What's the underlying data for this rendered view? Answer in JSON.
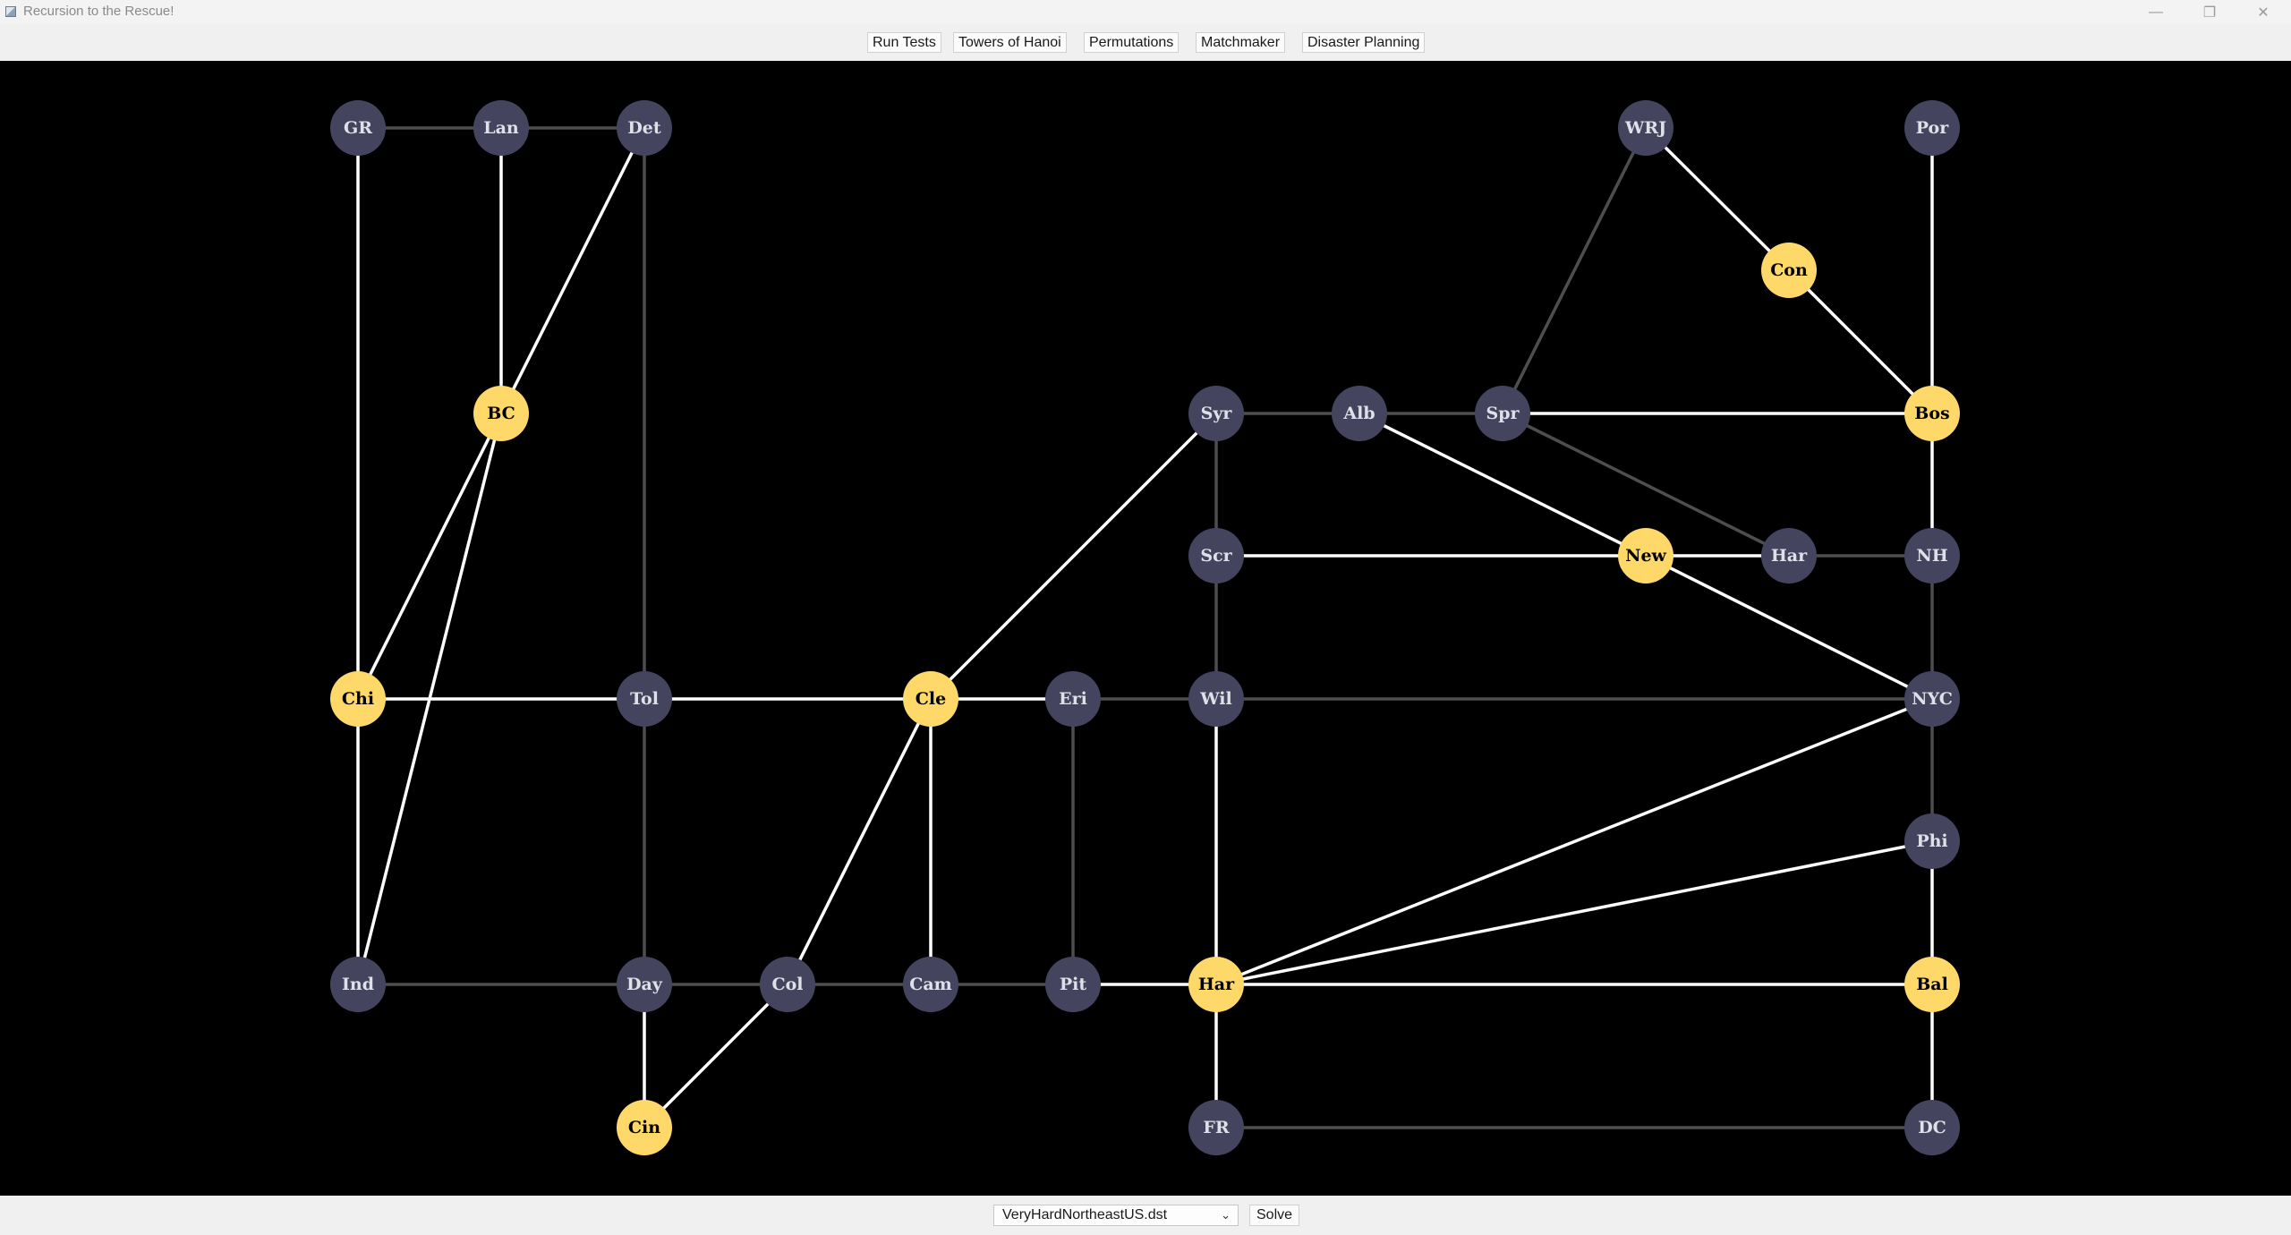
{
  "window": {
    "title": "Recursion to the Rescue!",
    "controls": {
      "minimize": "—",
      "maximize": "❐",
      "close": "✕"
    }
  },
  "toolbar": {
    "buttons": [
      "Run Tests",
      "Towers of Hanoi",
      "Permutations",
      "Matchmaker",
      "Disaster Planning"
    ]
  },
  "graph": {
    "colors": {
      "background": "#000000",
      "node_default": "#45445e",
      "node_selected": "#ffd86a",
      "label_default": "#e0e0e8",
      "label_selected": "#000000",
      "edge_covered": "#ffffff",
      "edge_default": "#4e4e4e"
    },
    "nodes": [
      {
        "id": "GR",
        "label": "GR",
        "selected": false
      },
      {
        "id": "Lan",
        "label": "Lan",
        "selected": false
      },
      {
        "id": "Det",
        "label": "Det",
        "selected": false
      },
      {
        "id": "BC",
        "label": "BC",
        "selected": true
      },
      {
        "id": "Chi",
        "label": "Chi",
        "selected": true
      },
      {
        "id": "Tol",
        "label": "Tol",
        "selected": false
      },
      {
        "id": "Cle",
        "label": "Cle",
        "selected": true
      },
      {
        "id": "Eri",
        "label": "Eri",
        "selected": false
      },
      {
        "id": "Ind",
        "label": "Ind",
        "selected": false
      },
      {
        "id": "Day",
        "label": "Day",
        "selected": false
      },
      {
        "id": "Col",
        "label": "Col",
        "selected": false
      },
      {
        "id": "Cam",
        "label": "Cam",
        "selected": false
      },
      {
        "id": "Pit",
        "label": "Pit",
        "selected": false
      },
      {
        "id": "Cin",
        "label": "Cin",
        "selected": true
      },
      {
        "id": "Syr",
        "label": "Syr",
        "selected": false
      },
      {
        "id": "Alb",
        "label": "Alb",
        "selected": false
      },
      {
        "id": "Spr",
        "label": "Spr",
        "selected": false
      },
      {
        "id": "WRJ",
        "label": "WRJ",
        "selected": false
      },
      {
        "id": "Con",
        "label": "Con",
        "selected": true
      },
      {
        "id": "Por",
        "label": "Por",
        "selected": false
      },
      {
        "id": "Bos",
        "label": "Bos",
        "selected": true
      },
      {
        "id": "Scr",
        "label": "Scr",
        "selected": false
      },
      {
        "id": "New",
        "label": "New",
        "selected": true
      },
      {
        "id": "Har2",
        "label": "Har",
        "selected": false
      },
      {
        "id": "NH",
        "label": "NH",
        "selected": false
      },
      {
        "id": "Wil",
        "label": "Wil",
        "selected": false
      },
      {
        "id": "NYC",
        "label": "NYC",
        "selected": false
      },
      {
        "id": "Phi",
        "label": "Phi",
        "selected": false
      },
      {
        "id": "Har",
        "label": "Har",
        "selected": true
      },
      {
        "id": "Bal",
        "label": "Bal",
        "selected": true
      },
      {
        "id": "FR",
        "label": "FR",
        "selected": false
      },
      {
        "id": "DC",
        "label": "DC",
        "selected": false
      }
    ],
    "edges": [
      {
        "from": "GR",
        "to": "Lan",
        "covered": false
      },
      {
        "from": "Lan",
        "to": "Det",
        "covered": false
      },
      {
        "from": "GR",
        "to": "Chi",
        "covered": true
      },
      {
        "from": "Lan",
        "to": "BC",
        "covered": true
      },
      {
        "from": "Det",
        "to": "BC",
        "covered": true
      },
      {
        "from": "Det",
        "to": "Tol",
        "covered": false
      },
      {
        "from": "BC",
        "to": "Chi",
        "covered": true
      },
      {
        "from": "BC",
        "to": "Ind",
        "covered": true
      },
      {
        "from": "Chi",
        "to": "Ind",
        "covered": true
      },
      {
        "from": "Chi",
        "to": "Tol",
        "covered": true
      },
      {
        "from": "Tol",
        "to": "Cle",
        "covered": true
      },
      {
        "from": "Tol",
        "to": "Day",
        "covered": false
      },
      {
        "from": "Cle",
        "to": "Eri",
        "covered": true
      },
      {
        "from": "Cle",
        "to": "Syr",
        "covered": true
      },
      {
        "from": "Cle",
        "to": "Col",
        "covered": true
      },
      {
        "from": "Cle",
        "to": "Cam",
        "covered": true
      },
      {
        "from": "Eri",
        "to": "Wil",
        "covered": false
      },
      {
        "from": "Eri",
        "to": "Pit",
        "covered": false
      },
      {
        "from": "Ind",
        "to": "Day",
        "covered": false
      },
      {
        "from": "Day",
        "to": "Col",
        "covered": false
      },
      {
        "from": "Day",
        "to": "Cin",
        "covered": true
      },
      {
        "from": "Col",
        "to": "Cin",
        "covered": true
      },
      {
        "from": "Col",
        "to": "Cam",
        "covered": false
      },
      {
        "from": "Cam",
        "to": "Pit",
        "covered": false
      },
      {
        "from": "Pit",
        "to": "Har",
        "covered": true
      },
      {
        "from": "Syr",
        "to": "Alb",
        "covered": false
      },
      {
        "from": "Syr",
        "to": "Scr",
        "covered": false
      },
      {
        "from": "Alb",
        "to": "Spr",
        "covered": false
      },
      {
        "from": "Alb",
        "to": "New",
        "covered": true
      },
      {
        "from": "Spr",
        "to": "WRJ",
        "covered": false
      },
      {
        "from": "Spr",
        "to": "Bos",
        "covered": true
      },
      {
        "from": "Spr",
        "to": "Har2",
        "covered": false
      },
      {
        "from": "WRJ",
        "to": "Con",
        "covered": true
      },
      {
        "from": "Con",
        "to": "Bos",
        "covered": true
      },
      {
        "from": "Por",
        "to": "Bos",
        "covered": true
      },
      {
        "from": "Bos",
        "to": "NH",
        "covered": true
      },
      {
        "from": "Scr",
        "to": "New",
        "covered": true
      },
      {
        "from": "Scr",
        "to": "Wil",
        "covered": false
      },
      {
        "from": "New",
        "to": "Har2",
        "covered": true
      },
      {
        "from": "New",
        "to": "NYC",
        "covered": true
      },
      {
        "from": "Har2",
        "to": "NH",
        "covered": false
      },
      {
        "from": "NH",
        "to": "NYC",
        "covered": false
      },
      {
        "from": "Wil",
        "to": "NYC",
        "covered": false
      },
      {
        "from": "Wil",
        "to": "Har",
        "covered": true
      },
      {
        "from": "NYC",
        "to": "Phi",
        "covered": false
      },
      {
        "from": "NYC",
        "to": "Har",
        "covered": true
      },
      {
        "from": "Phi",
        "to": "Har",
        "covered": true
      },
      {
        "from": "Phi",
        "to": "Bal",
        "covered": true
      },
      {
        "from": "Har",
        "to": "Bal",
        "covered": true
      },
      {
        "from": "Har",
        "to": "FR",
        "covered": true
      },
      {
        "from": "Bal",
        "to": "DC",
        "covered": true
      },
      {
        "from": "FR",
        "to": "DC",
        "covered": false
      }
    ]
  },
  "bottom": {
    "file_select": "VeryHardNortheastUS.dst",
    "chevron": "⌄",
    "solve_label": "Solve"
  }
}
